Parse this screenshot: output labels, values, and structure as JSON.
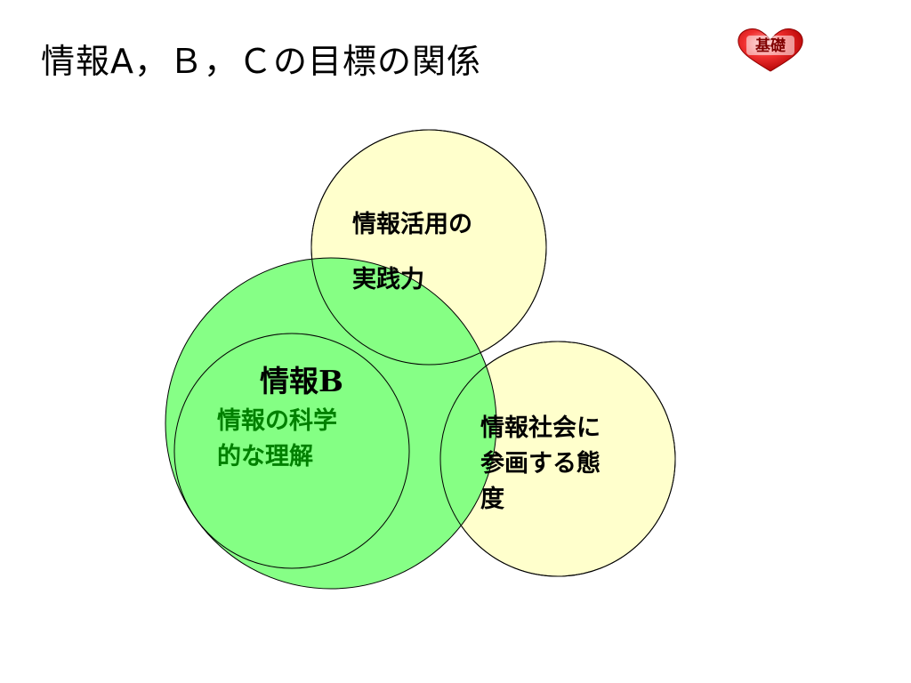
{
  "slide": {
    "title": "情報A，Ｂ，Ｃの目標の関係",
    "badge": "基礎"
  },
  "diagram": {
    "practice": {
      "lines": [
        "情報活用の",
        "実践力"
      ]
    },
    "attitude": {
      "lines": [
        "情報社会に",
        "参画する態",
        "度"
      ]
    },
    "info_b": {
      "label": "情報B"
    },
    "science": {
      "lines": [
        "情報の科学",
        "的な理解"
      ]
    }
  },
  "colors": {
    "cream": "#ffffcc",
    "green": "#80ff80",
    "green_text": "#008000",
    "stroke": "#000000",
    "heart": "#e82020"
  }
}
